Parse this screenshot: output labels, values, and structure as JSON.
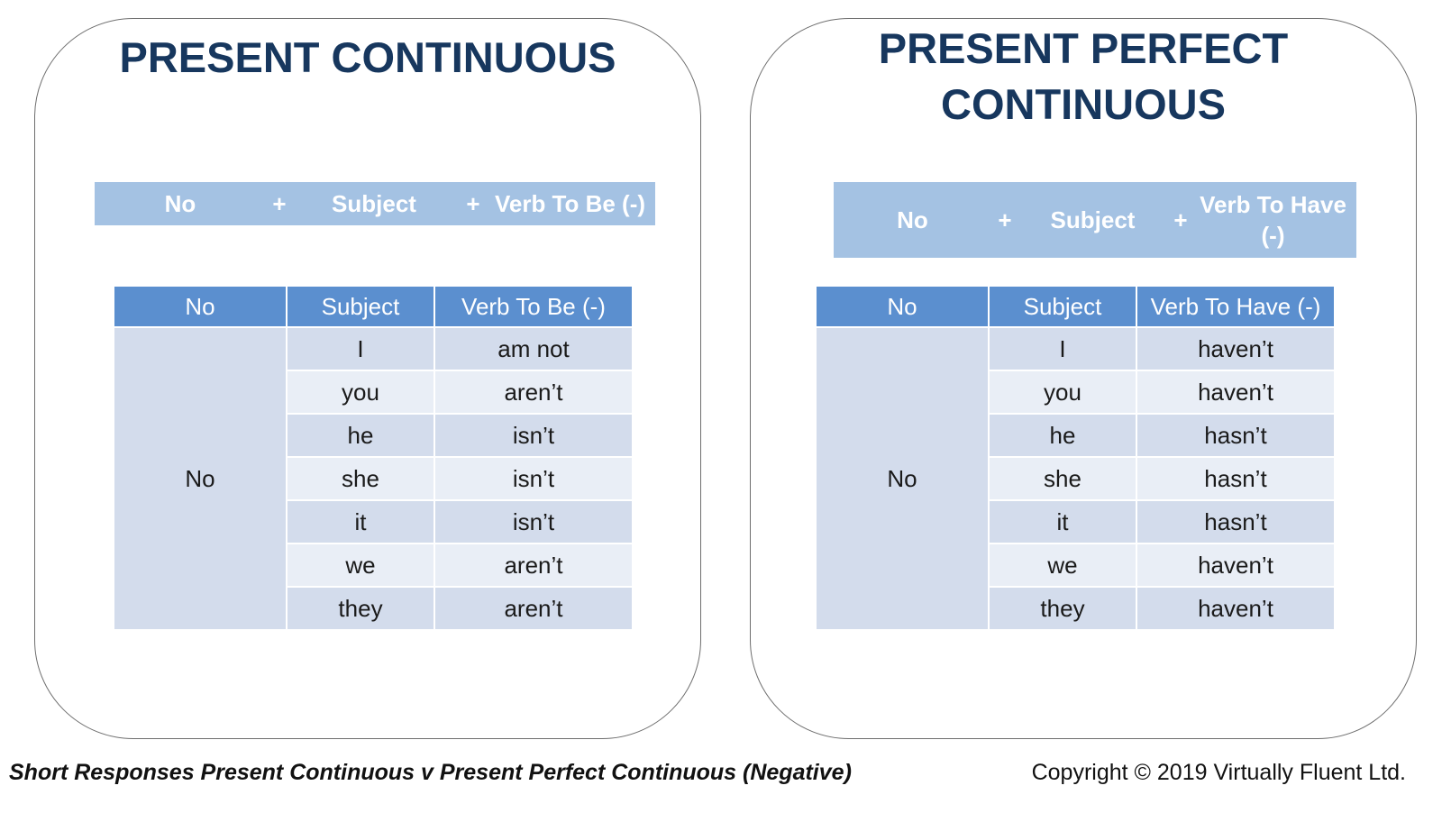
{
  "left_panel": {
    "title": "PRESENT CONTINUOUS",
    "formula": [
      "No",
      "+",
      "Subject",
      "+",
      "Verb To Be (-)"
    ],
    "table": {
      "headers": [
        "No",
        "Subject",
        "Verb To Be (-)"
      ],
      "first_column": "No",
      "rows": [
        {
          "subject": "I",
          "verb": "am not"
        },
        {
          "subject": "you",
          "verb": "aren’t"
        },
        {
          "subject": "he",
          "verb": "isn’t"
        },
        {
          "subject": "she",
          "verb": "isn’t"
        },
        {
          "subject": "it",
          "verb": "isn’t"
        },
        {
          "subject": "we",
          "verb": "aren’t"
        },
        {
          "subject": "they",
          "verb": "aren’t"
        }
      ]
    }
  },
  "right_panel": {
    "title": "PRESENT PERFECT CONTINUOUS",
    "formula": [
      "No",
      "+",
      "Subject",
      "+",
      "Verb To Have (-)"
    ],
    "table": {
      "headers": [
        "No",
        "Subject",
        "Verb To Have (-)"
      ],
      "first_column": "No",
      "rows": [
        {
          "subject": "I",
          "verb": "haven’t"
        },
        {
          "subject": "you",
          "verb": "haven’t"
        },
        {
          "subject": "he",
          "verb": "hasn’t"
        },
        {
          "subject": "she",
          "verb": "hasn’t"
        },
        {
          "subject": "it",
          "verb": "hasn’t"
        },
        {
          "subject": "we",
          "verb": "haven’t"
        },
        {
          "subject": "they",
          "verb": "haven’t"
        }
      ]
    }
  },
  "footer": {
    "caption": "Short Responses Present Continuous v Present Perfect Continuous (Negative)",
    "copyright": "Copyright © 2019 Virtually Fluent Ltd."
  },
  "colors": {
    "title": "#17375e",
    "formula_bar": "#a4c2e3",
    "table_header": "#5b8fcf",
    "row_dark": "#d3dcec",
    "row_light": "#e9eef6"
  }
}
